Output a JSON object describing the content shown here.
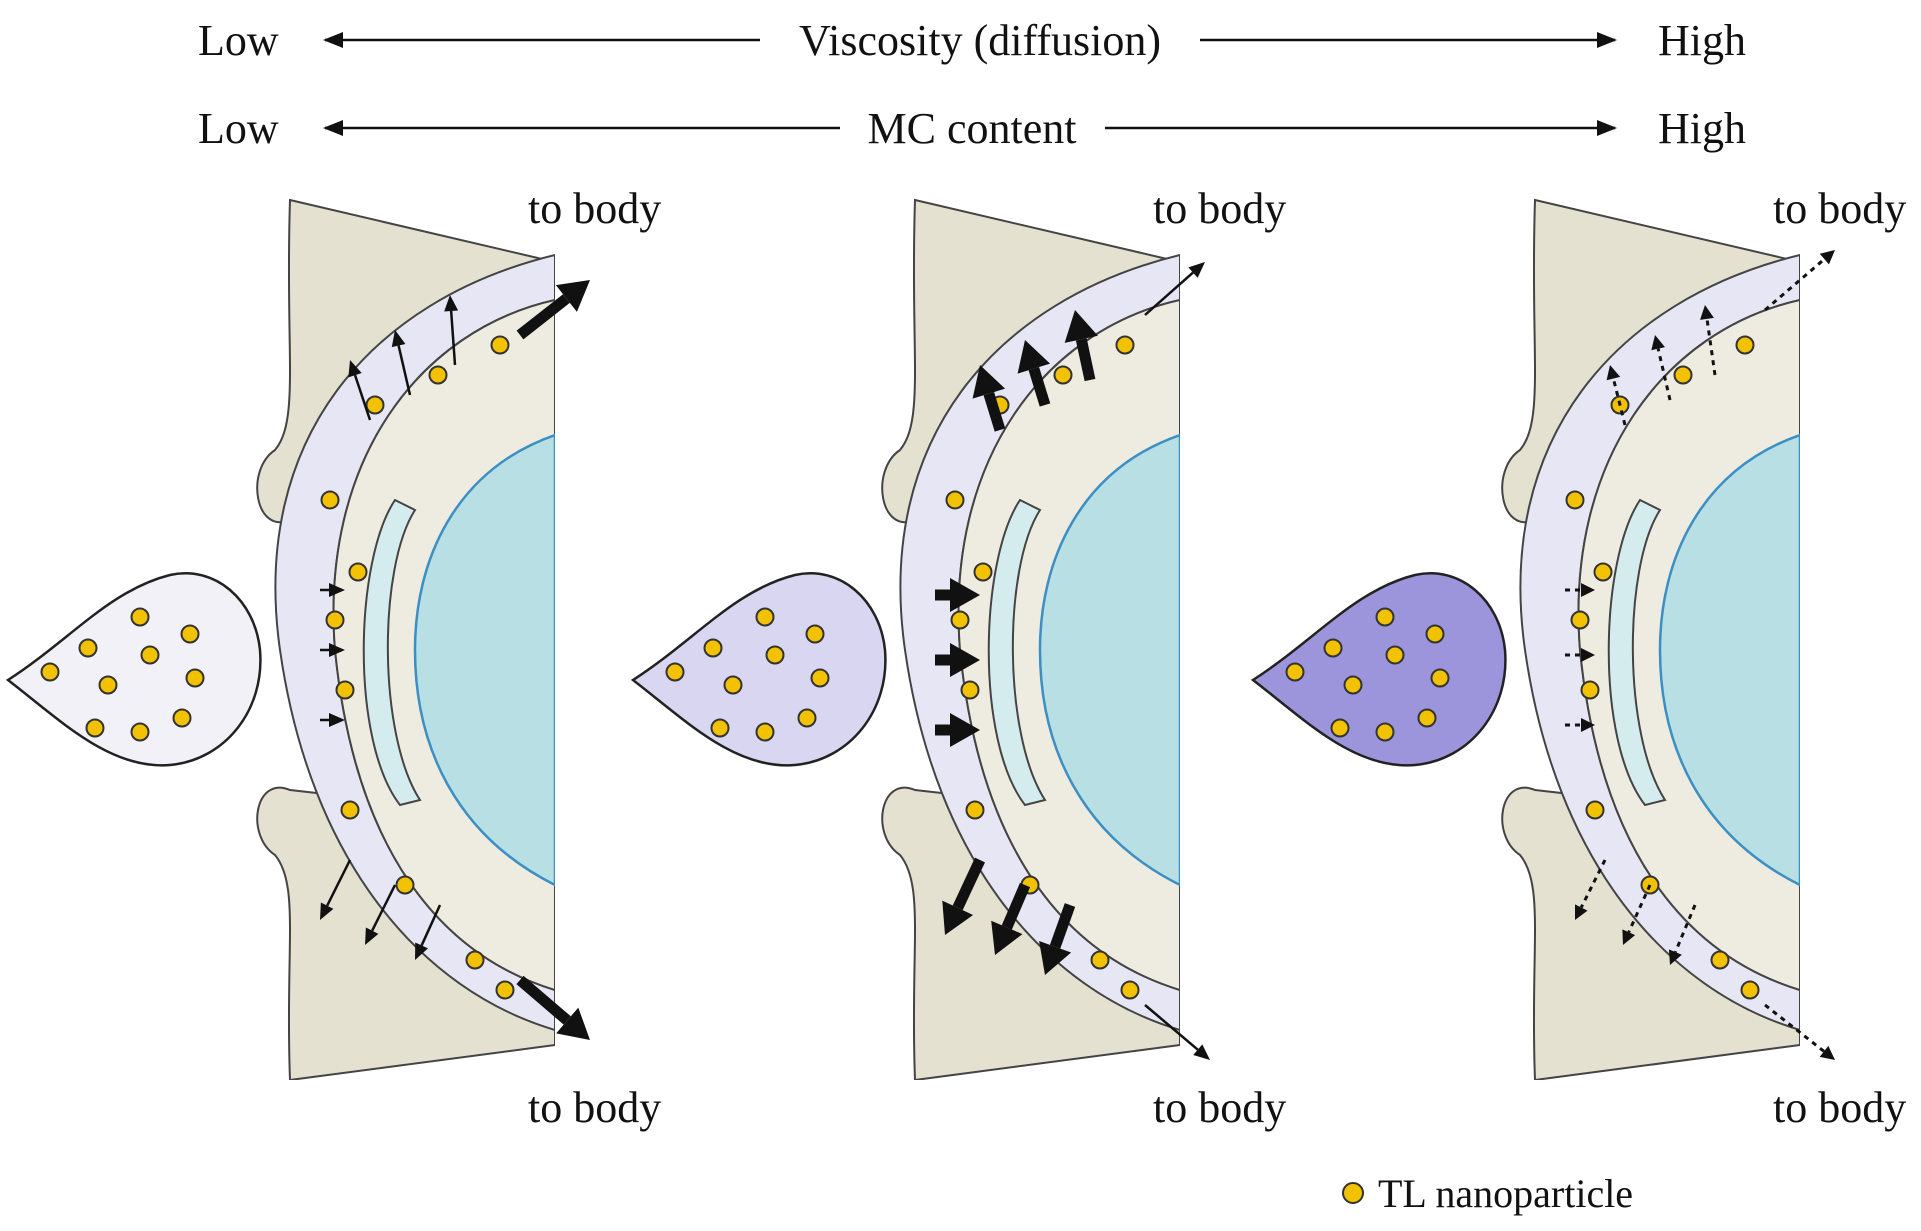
{
  "header": {
    "row1": {
      "left": "Low",
      "center": "Viscosity (diffusion)",
      "right": "High"
    },
    "row2": {
      "left": "Low",
      "center": "MC content",
      "right": "High"
    }
  },
  "panels": [
    {
      "top_label": "to body",
      "bottom_label": "to body",
      "drop_color": "#f3f1f8",
      "arrow_style": "thin-bold-outflow"
    },
    {
      "top_label": "to body",
      "bottom_label": "to body",
      "drop_color": "#d8d6f0",
      "arrow_style": "bold-inner"
    },
    {
      "top_label": "to body",
      "bottom_label": "to body",
      "drop_color": "#9c95dc",
      "arrow_style": "dotted"
    }
  ],
  "legend": {
    "label": "TL nanoparticle"
  },
  "colors": {
    "eyelid": "#e4e1d1",
    "tear_film": "#e6e6f5",
    "cornea_layer": "#d5ecef",
    "sclera": "#eeebe0",
    "iris": "#b8dfe3",
    "iris_edge": "#3c8fc2",
    "nanoparticle": "#f2c200"
  }
}
